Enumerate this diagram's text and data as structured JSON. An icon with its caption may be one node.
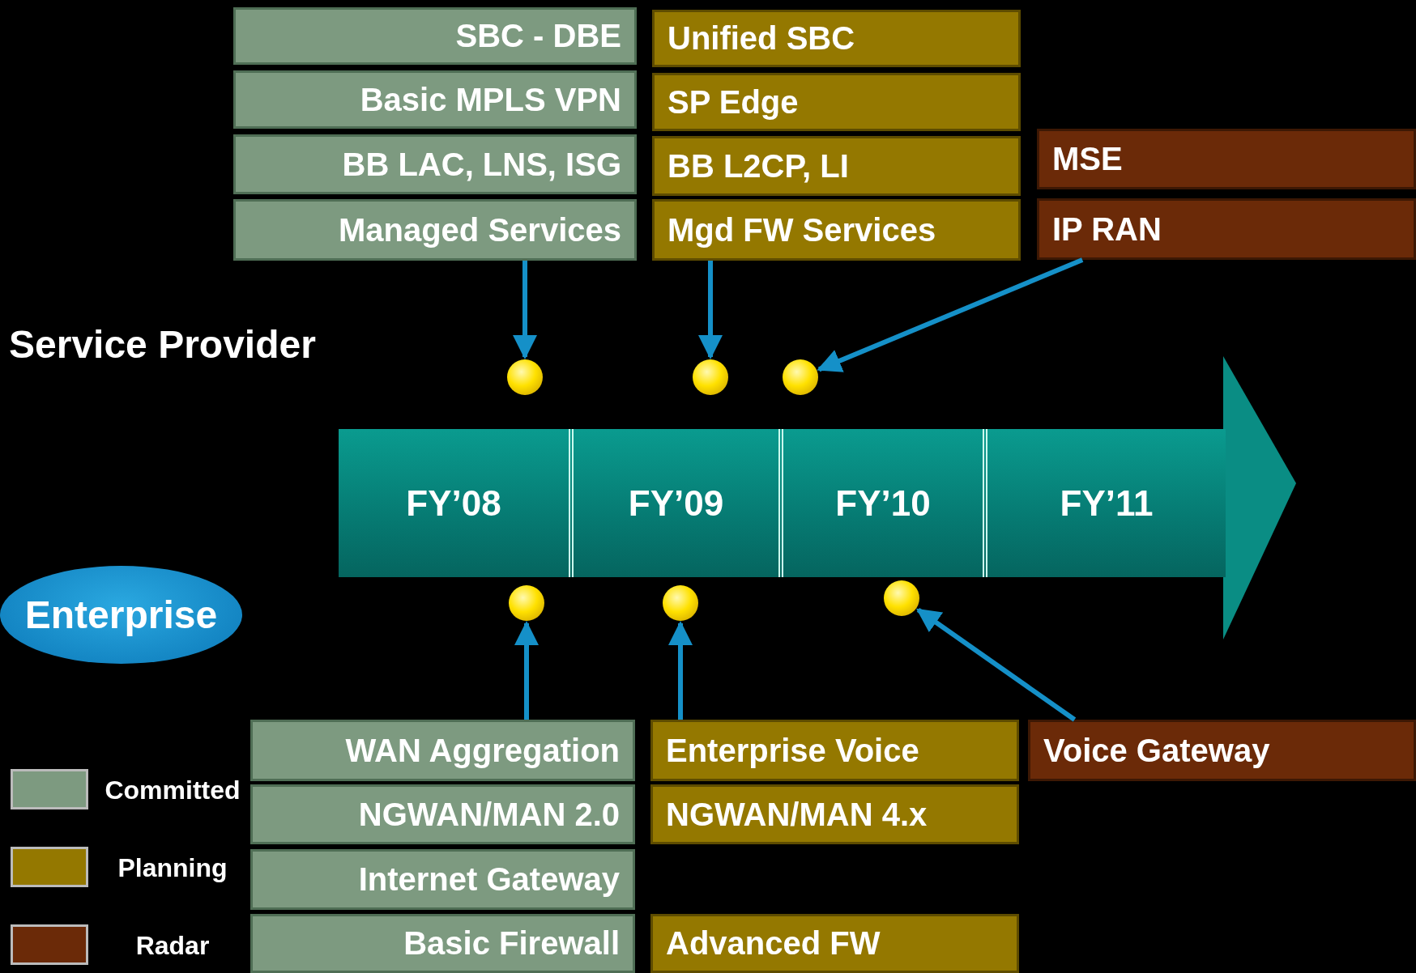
{
  "diagram": {
    "nodes": [
      {
        "text": [
          "SBC - DBE"
        ]
      },
      {
        "text": [
          "Unified SBC"
        ]
      },
      {
        "text": [
          "Basic MPLS VPN"
        ]
      },
      {
        "text": [
          "SP Edge"
        ]
      },
      {
        "text": [
          "BB LAC, LNS, ISG"
        ]
      },
      {
        "text": [
          "BB L2CP, LI"
        ]
      },
      {
        "text": [
          "MSE"
        ]
      },
      {
        "text": [
          "Managed Services"
        ]
      },
      {
        "text": [
          "Mgd FW Services"
        ]
      },
      {
        "text": [
          "IP RAN"
        ]
      },
      {
        "text": [],
        "shape": "circle"
      },
      {
        "text": [],
        "shape": "circle"
      },
      {
        "text": [],
        "shape": "circle"
      },
      {
        "text": [
          "FY’08"
        ]
      },
      {
        "text": [
          "FY’09"
        ]
      },
      {
        "text": [
          "FY’10"
        ]
      },
      {
        "text": [
          "FY’11"
        ]
      },
      {
        "text": [
          "Enterprise"
        ]
      },
      {
        "text": [],
        "shape": "circle"
      },
      {
        "text": [],
        "shape": "circle"
      },
      {
        "text": [],
        "shape": "circle"
      },
      {
        "text": [
          "WAN Aggregation"
        ]
      },
      {
        "text": [
          "Enterprise Voice"
        ]
      },
      {
        "text": [
          "Voice Gateway"
        ]
      },
      {
        "text": [
          "NGWAN/MAN 2.0"
        ]
      },
      {
        "text": [
          "NGWAN/MAN 4.x"
        ]
      },
      {
        "text": [
          "Internet Gateway"
        ]
      },
      {
        "text": [
          "Basic Firewall"
        ]
      },
      {
        "text": [
          "Advanced FW"
        ]
      }
    ],
    "edges": [
      {
        "from": 7,
        "to": 10,
        "arrow": "to"
      },
      {
        "from": 8,
        "to": 11,
        "arrow": "to"
      },
      {
        "from": 9,
        "to": 12,
        "arrow": "to"
      },
      {
        "from": 21,
        "to": 18,
        "arrow": "to"
      },
      {
        "from": 22,
        "to": 19,
        "arrow": "to"
      },
      {
        "from": 23,
        "to": 20,
        "arrow": "to"
      }
    ],
    "labels": [
      "Service Provider"
    ],
    "legend": [
      {
        "text": "Committed",
        "color": "#7d9a80"
      },
      {
        "text": "Planning",
        "color": "#947800"
      },
      {
        "text": "Radar",
        "color": "#6b2a08"
      }
    ]
  }
}
